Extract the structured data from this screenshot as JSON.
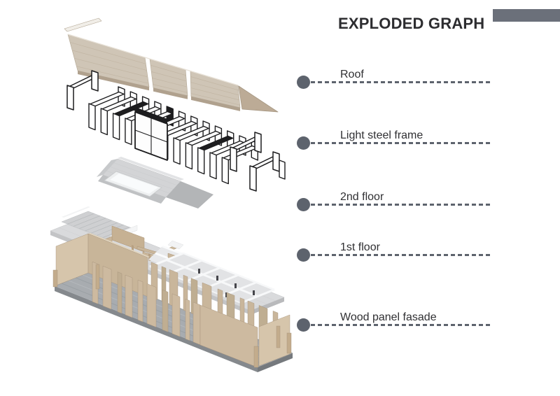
{
  "header": {
    "title": "EXPLODED GRAPH"
  },
  "legend": {
    "items": [
      {
        "id": "roof",
        "label": "Roof"
      },
      {
        "id": "light-steel-frame",
        "label": "Light steel frame"
      },
      {
        "id": "2nd-floor",
        "label": "2nd floor"
      },
      {
        "id": "1st-floor",
        "label": "1st floor"
      },
      {
        "id": "wood-panel-fasade",
        "label": "Wood panel fasade"
      }
    ]
  },
  "colors": {
    "accent": "#5d636d",
    "title_bar": "#6b707a",
    "text": "#2d2d30",
    "roof_tan": "#cfc5b6",
    "roof_edge": "#b0a18e",
    "wood_tan": "#c9b69b",
    "concrete_gray": "#a8acb0",
    "floor_gray": "#d9dadc",
    "steel_black": "#1d1d1f"
  }
}
